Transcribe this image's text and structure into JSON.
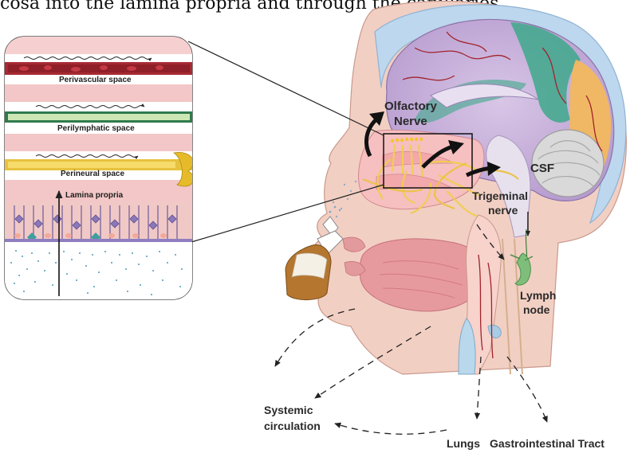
{
  "caption": "cosa into the lamina propria and through the capillaries.",
  "inset": {
    "perivascular": "Perivascular space",
    "perilymphatic": "Perilymphatic space",
    "perineural": "Perineural space",
    "lamina_propria": "Lamina propria"
  },
  "labels": {
    "olfactory_line1": "Olfactory",
    "olfactory_line2": "Nerve",
    "csf": "CSF",
    "trigeminal_line1": "Trigeminal",
    "trigeminal_line2": "nerve",
    "lymph_line1": "Lymph",
    "lymph_line2": "node",
    "systemic_line1": "Systemic",
    "systemic_line2": "circulation",
    "lungs": "Lungs",
    "gi": "Gastrointestinal Tract"
  },
  "colors": {
    "skin": "#f0c8bd",
    "brain_purple": "#c9b3dc",
    "brain_green": "#3aa487",
    "brain_orange": "#f2b75e",
    "skull": "#bfd9ee",
    "nerve_yellow": "#f4d35e",
    "vessel_red": "#a1232b",
    "lymph_green": "#7fb87a",
    "arrow_black": "#111111"
  }
}
